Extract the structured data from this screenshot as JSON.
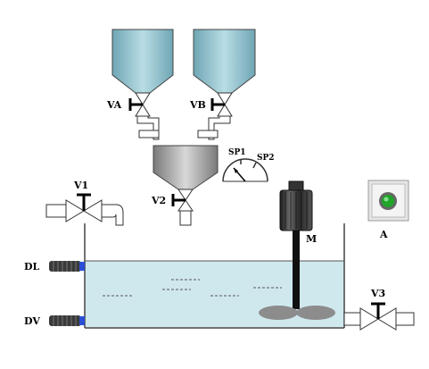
{
  "labels": {
    "va": "VA",
    "vb": "VB",
    "v1": "V1",
    "v2": "V2",
    "v3": "V3",
    "sp1": "SP1",
    "sp2": "SP2",
    "motor": "M",
    "alarm": "A",
    "dl": "DL",
    "dv": "DV"
  },
  "colors": {
    "tank_liquid": "#cfe8ee",
    "hopper_a": "#8fc1cc",
    "hopper_b": "#8fc1cc",
    "mixer_hopper": "#a8a8a8",
    "alarm_light": "#1ea52a",
    "sensor": "#3a3a3a",
    "sensor_tip": "#2a4fd6"
  },
  "icons": [
    "valve-icon",
    "gauge-icon",
    "motor-icon",
    "alarm-light-icon",
    "level-sensor-icon"
  ]
}
